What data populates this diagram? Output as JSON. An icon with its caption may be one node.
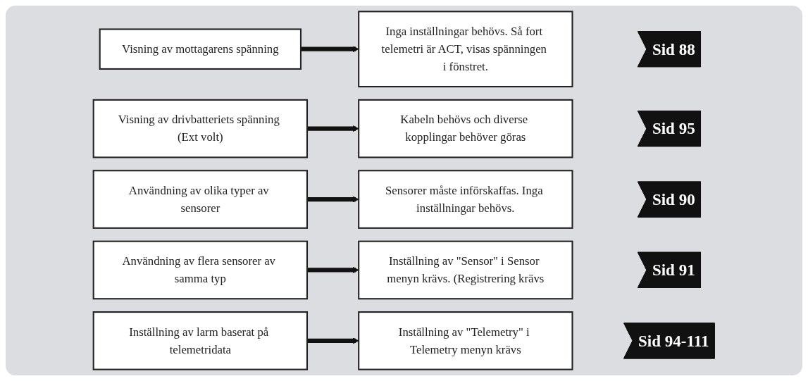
{
  "diagram": {
    "nodes": [
      {
        "text": [
          "Visning av mottagarens spänning"
        ]
      },
      {
        "text": [
          "Inga inställningar behövs. Så fort telemetri är ACT, visas spänningen i fönstret."
        ]
      },
      {
        "text": [
          "Sid 88"
        ]
      },
      {
        "text": [
          "Visning av drivbatteriets spänning (Ext volt)"
        ]
      },
      {
        "text": [
          "Kabeln behövs och diverse kopplingar behöver göras"
        ]
      },
      {
        "text": [
          "Sid 95"
        ]
      },
      {
        "text": [
          "Användning av olika typer av sensorer"
        ]
      },
      {
        "text": [
          "Sensorer måste införskaffas. Inga inställningar behövs."
        ]
      },
      {
        "text": [
          "Sid 90"
        ]
      },
      {
        "text": [
          "Användning av flera sensorer av samma typ"
        ]
      },
      {
        "text": [
          "Inställning av \"Sensor\" i Sensor menyn krävs. (Registrering krävs"
        ]
      },
      {
        "text": [
          "Sid 91"
        ]
      },
      {
        "text": [
          "Inställning av larm baserat på telemetridata"
        ]
      },
      {
        "text": [
          "Inställning av \"Telemetry\" i Telemetry menyn krävs"
        ]
      },
      {
        "text": [
          "Sid 94-111"
        ]
      }
    ],
    "edges": [
      {
        "from": 0,
        "to": 1,
        "arrow": "to"
      },
      {
        "from": 3,
        "to": 4,
        "arrow": "to"
      },
      {
        "from": 6,
        "to": 7,
        "arrow": "to"
      },
      {
        "from": 9,
        "to": 10,
        "arrow": "to"
      },
      {
        "from": 12,
        "to": 13,
        "arrow": "to"
      }
    ]
  }
}
